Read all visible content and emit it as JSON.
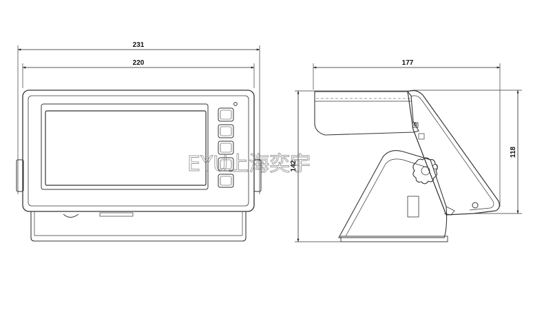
{
  "dimensions": {
    "front_overall_width": "231",
    "front_body_width": "220",
    "front_height": "142",
    "side_depth": "177",
    "side_height": "118"
  },
  "watermark": "EYU上海奕宇",
  "front_view": {
    "button_count": 5
  }
}
